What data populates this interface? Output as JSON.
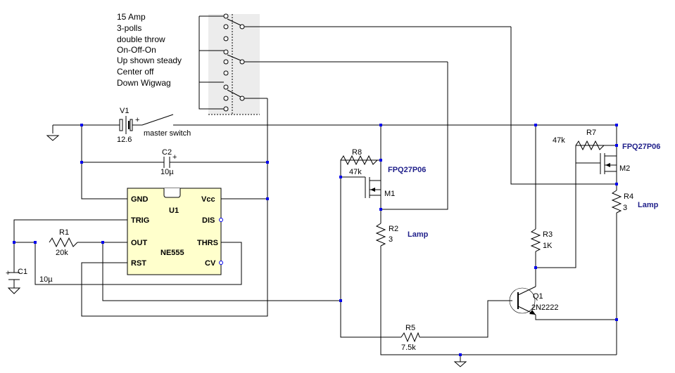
{
  "notes": [
    "15 Amp",
    "3-polls",
    "double throw",
    "On-Off-On",
    "Up shown steady",
    "Center off",
    "Down Wigwag"
  ],
  "labels": {
    "v1": "V1",
    "v1_value": "12.6",
    "master_switch": "master switch",
    "c2": "C2",
    "c2_value": "10µ",
    "u1": "U1",
    "u1_part": "NE555",
    "pin_gnd": "GND",
    "pin_vcc": "Vcc",
    "pin_trig": "TRIG",
    "pin_dis": "DIS",
    "pin_out": "OUT",
    "pin_thrs": "THRS",
    "pin_rst": "RST",
    "pin_cv": "CV",
    "r1": "R1",
    "r1_value": "20k",
    "c1": "C1",
    "c1_value": "10µ",
    "r8": "R8",
    "r8_value": "47k",
    "m1_part": "FPQ27P06",
    "m1": "M1",
    "r2": "R2",
    "r2_value": "3",
    "lamp1": "Lamp",
    "r5": "R5",
    "r5_value": "7.5k",
    "r3": "R3",
    "r3_value": "1K",
    "q1": "Q1",
    "q1_part": "2N2222",
    "r7": "R7",
    "r7_value": "47k",
    "m2_part": "FPQ27P06",
    "m2": "M2",
    "r4": "R4",
    "r4_value": "3",
    "lamp2": "Lamp"
  }
}
